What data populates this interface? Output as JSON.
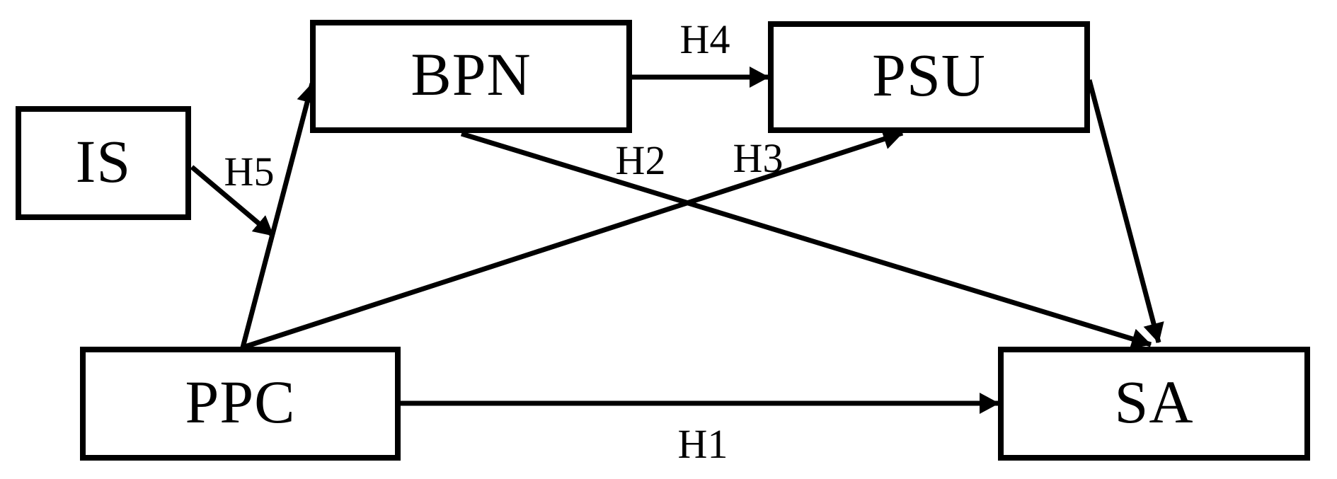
{
  "colors": {
    "line": "#000000",
    "background": "#ffffff"
  },
  "nodes": {
    "is": {
      "label": "IS"
    },
    "bpn": {
      "label": "BPN"
    },
    "psu": {
      "label": "PSU"
    },
    "ppc": {
      "label": "PPC"
    },
    "sa": {
      "label": "SA"
    }
  },
  "edges": {
    "h1": {
      "label": "H1",
      "from": "PPC",
      "to": "SA"
    },
    "h2": {
      "label": "H2",
      "from": "BPN",
      "to": "SA"
    },
    "h3": {
      "label": "H3",
      "from": "PPC",
      "to": "PSU"
    },
    "h4": {
      "label": "H4",
      "from": "BPN",
      "to": "PSU"
    },
    "h5": {
      "label": "H5",
      "from": "IS",
      "to": "PPC-BPN-path"
    },
    "ppc_bpn": {
      "label": "",
      "from": "PPC",
      "to": "BPN"
    },
    "psu_sa": {
      "label": "",
      "from": "PSU",
      "to": "SA"
    }
  }
}
